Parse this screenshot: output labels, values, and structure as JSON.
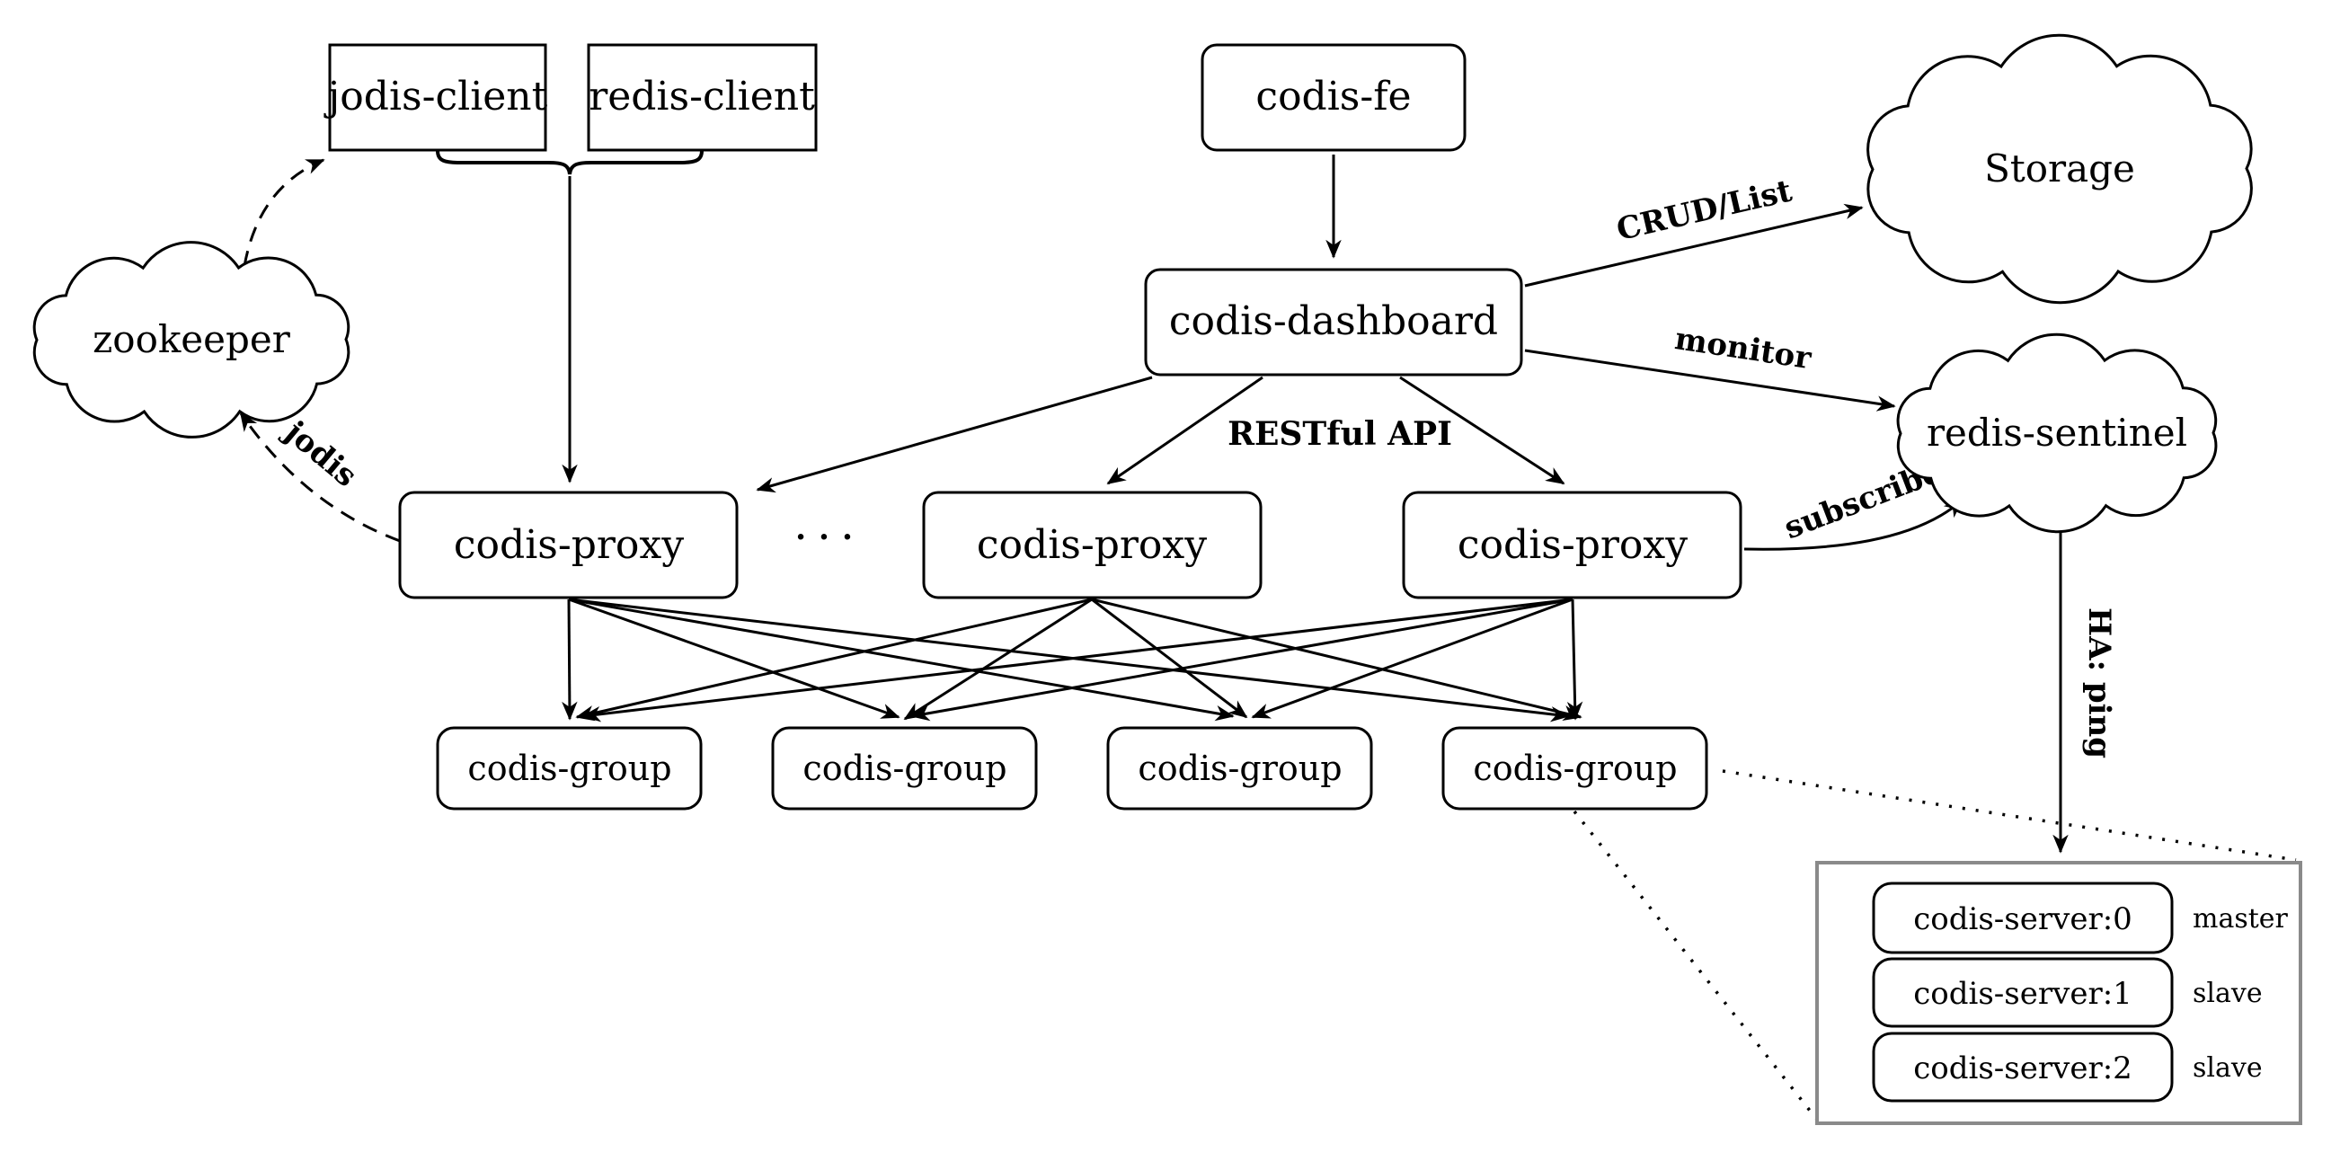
{
  "nodes": {
    "jodis_client": {
      "label": "jodis-client"
    },
    "redis_client": {
      "label": "redis-client"
    },
    "codis_fe": {
      "label": "codis-fe"
    },
    "codis_dashboard": {
      "label": "codis-dashboard"
    },
    "zookeeper": {
      "label": "zookeeper"
    },
    "storage": {
      "label": "Storage"
    },
    "redis_sentinel": {
      "label": "redis-sentinel"
    },
    "proxy1": {
      "label": "codis-proxy"
    },
    "proxy2": {
      "label": "codis-proxy"
    },
    "proxy3": {
      "label": "codis-proxy"
    },
    "group1": {
      "label": "codis-group"
    },
    "group2": {
      "label": "codis-group"
    },
    "group3": {
      "label": "codis-group"
    },
    "group4": {
      "label": "codis-group"
    },
    "server0": {
      "label": "codis-server:0",
      "role": "master"
    },
    "server1": {
      "label": "codis-server:1",
      "role": "slave"
    },
    "server2": {
      "label": "codis-server:2",
      "role": "slave"
    },
    "ellipsis": "..."
  },
  "edge_labels": {
    "crud": "CRUD/List",
    "monitor": "monitor",
    "restful_api": "RESTful API",
    "subscribe": "subscribe",
    "jodis": "jodis",
    "ha_ping": "HA: ping"
  },
  "colors": {
    "ink": "#000000",
    "background": "#ffffff",
    "server_box_border": "#8a8a8a"
  }
}
